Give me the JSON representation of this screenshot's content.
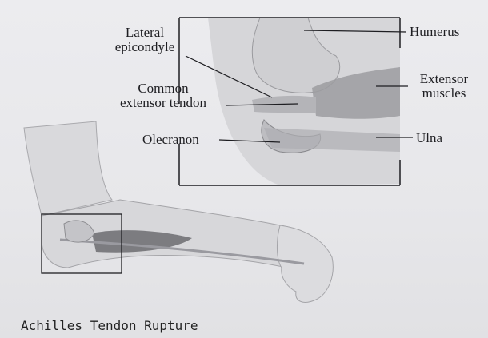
{
  "labels": {
    "lateral_epicondyle": [
      "Lateral",
      "epicondyle"
    ],
    "common_extensor_tendon": [
      "Common",
      "extensor tendon"
    ],
    "olecranon": "Olecranon",
    "humerus": "Humerus",
    "extensor_muscles": [
      "Extensor",
      "muscles"
    ],
    "ulna": "Ulna"
  },
  "caption": "Achilles Tendon Rupture",
  "colors": {
    "line": "#1e1e22",
    "skin": "#dcdcdf",
    "muscle": "#7c7c80",
    "bone": "#c9c9cc"
  }
}
